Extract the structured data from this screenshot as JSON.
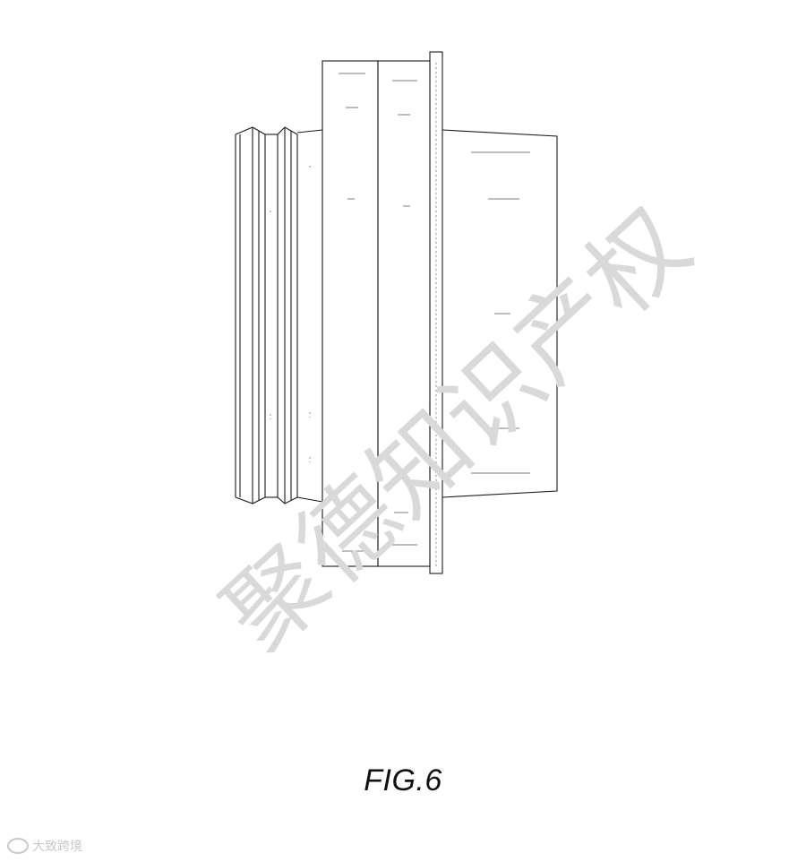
{
  "figure": {
    "label": "FIG.6"
  },
  "watermark": {
    "text": "聚德知识产权"
  },
  "corner_mark": {
    "text": "大致跨境"
  },
  "colors": {
    "line": "#1a1a1a",
    "watermark": "#d9d9d9"
  }
}
